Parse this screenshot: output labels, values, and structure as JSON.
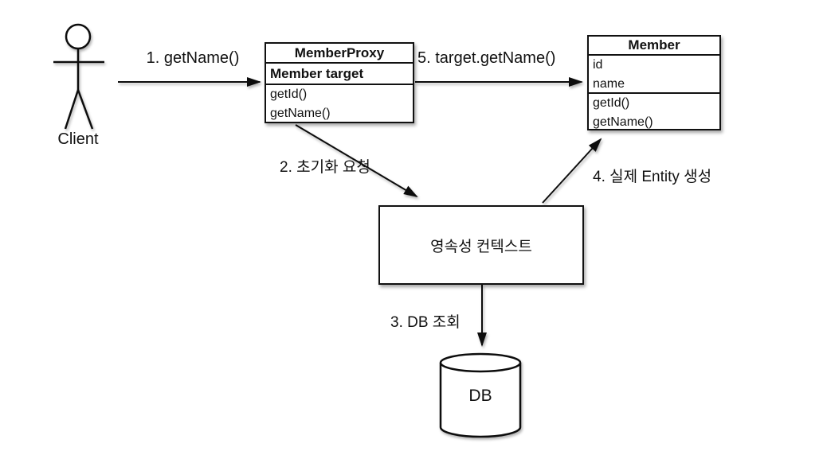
{
  "actor": {
    "label": "Client"
  },
  "messages": {
    "m1": "1. getName()",
    "m2": "2. 초기화 요청",
    "m3": "3. DB 조회",
    "m4": "4. 실제 Entity 생성",
    "m5": "5. target.getName()"
  },
  "classes": {
    "proxy": {
      "name": "MemberProxy",
      "attributes": [
        "Member target"
      ],
      "methods": [
        "getId()",
        "getName()"
      ]
    },
    "member": {
      "name": "Member",
      "attributes": [
        "id",
        "name"
      ],
      "methods": [
        "getId()",
        "getName()"
      ]
    }
  },
  "persistence_context": {
    "label": "영속성 컨텍스트"
  },
  "database": {
    "label": "DB"
  },
  "colors": {
    "stroke": "#111111",
    "fill": "#ffffff",
    "text": "#111111",
    "background": "#ffffff"
  }
}
